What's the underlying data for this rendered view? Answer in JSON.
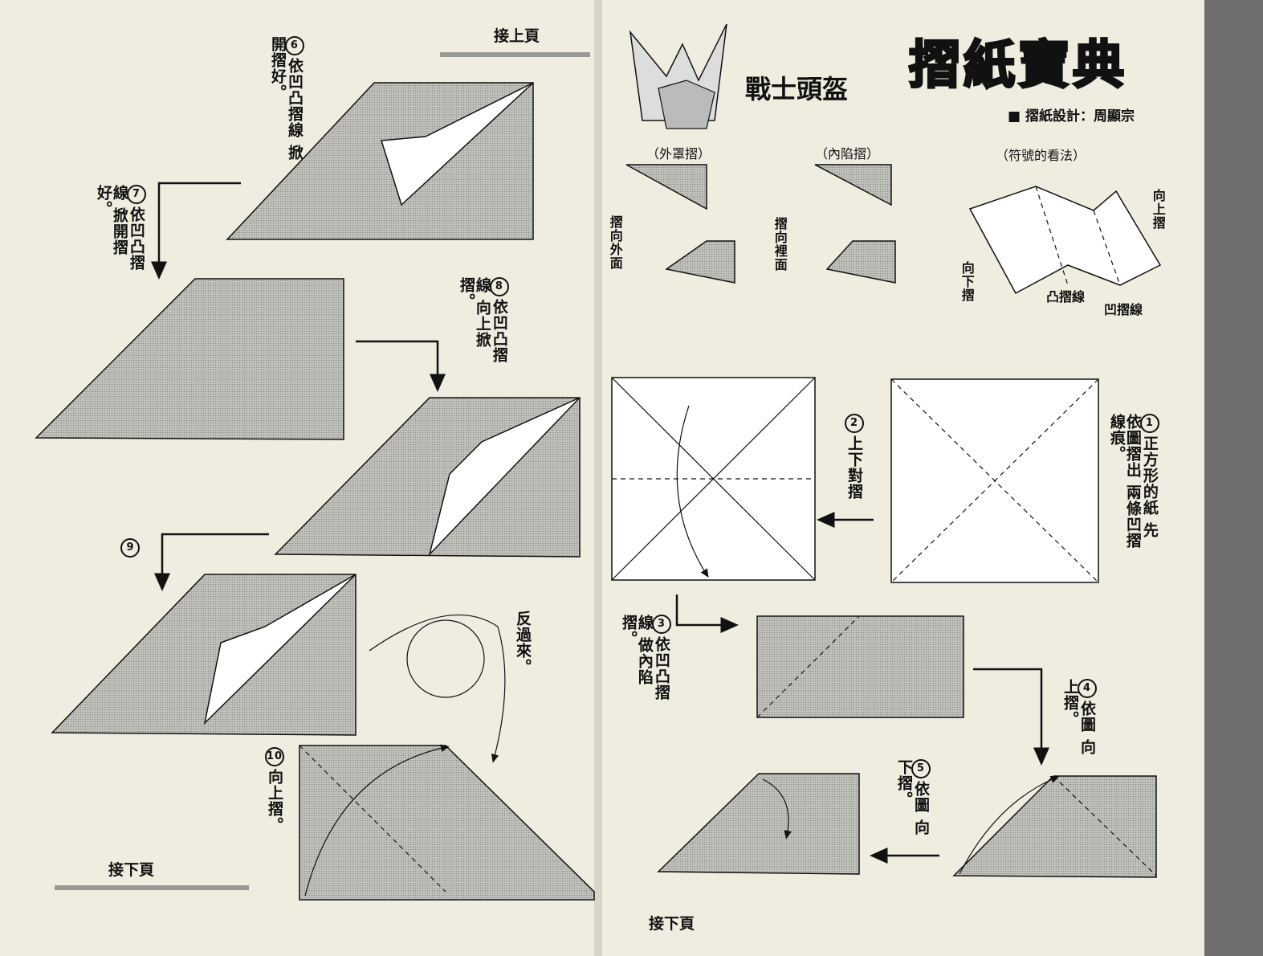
{
  "left_page": {
    "prev_page": "接上頁",
    "next_page": "接下頁",
    "steps": [
      {
        "num": "6",
        "text": "依凹凸摺線 掀開摺好。"
      },
      {
        "num": "7",
        "text": "依凹凸摺線 掀開摺好。"
      },
      {
        "num": "8",
        "text": "依凹凸摺線 向上掀摺。"
      },
      {
        "num": "9",
        "text": ""
      },
      {
        "num": "10",
        "text": "向上摺。"
      }
    ],
    "flip_note": "反過來。"
  },
  "right_page": {
    "book_title": "摺紙寶典",
    "model_title": "戰士頭盔",
    "credit": "■ 摺紙設計：周顯宗",
    "legend": {
      "outside_reverse": "（外罩摺）",
      "inside_reverse": "（內陷摺）",
      "symbols": "（符號的看法）",
      "fold_outward": "摺向外面",
      "fold_inward": "摺向裡面",
      "valley_fold_up": "向上摺",
      "mountain_fold_down": "向下摺",
      "mountain_line": "凸摺線",
      "valley_line": "凹摺線"
    },
    "steps": [
      {
        "num": "1",
        "text": "正方形的紙 先依圖摺出 兩條凹摺線痕。"
      },
      {
        "num": "2",
        "text": "上下對摺"
      },
      {
        "num": "3",
        "text": "依凹凸摺線 做內陷摺。"
      },
      {
        "num": "4",
        "text": "依圖 向上摺。"
      },
      {
        "num": "5",
        "text": "依圖 向下摺。"
      }
    ],
    "next_page": "接下頁"
  },
  "colors": {
    "paper": "#efece0",
    "shade": "#b5b5b0",
    "ink": "#111111"
  }
}
